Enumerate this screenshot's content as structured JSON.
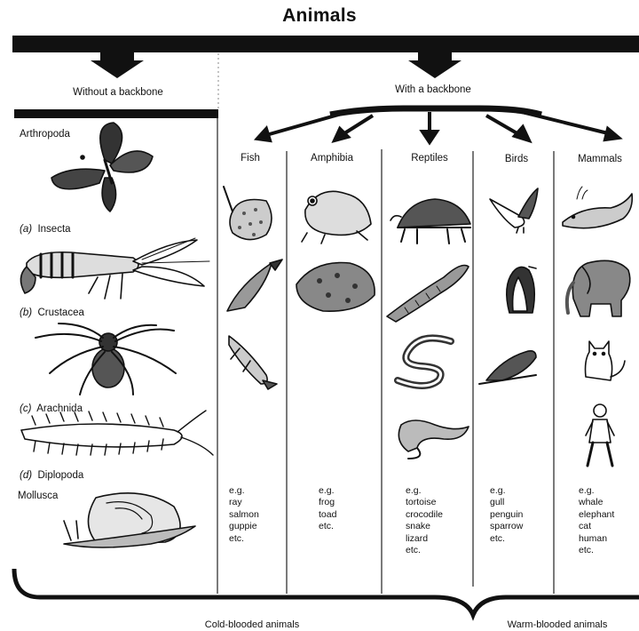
{
  "title": "Animals",
  "branches": {
    "invertebrates": "Without a backbone",
    "vertebrates": "With a backbone"
  },
  "invertebrates": {
    "phylum_arthropoda": "Arthropoda",
    "classes": [
      {
        "letter": "(a)",
        "name": "Insecta"
      },
      {
        "letter": "(b)",
        "name": "Crustacea"
      },
      {
        "letter": "(c)",
        "name": "Arachnida"
      },
      {
        "letter": "(d)",
        "name": "Diplopoda"
      }
    ],
    "phylum_mollusca": "Mollusca"
  },
  "vertebrate_classes": [
    {
      "name": "Fish",
      "examples": [
        "e.g.",
        "ray",
        "salmon",
        "guppie",
        "etc."
      ]
    },
    {
      "name": "Amphibia",
      "examples": [
        "e.g.",
        "frog",
        "toad",
        "etc."
      ]
    },
    {
      "name": "Reptiles",
      "examples": [
        "e.g.",
        "tortoise",
        "crocodile",
        "snake",
        "lizard",
        "etc."
      ]
    },
    {
      "name": "Birds",
      "examples": [
        "e.g.",
        "gull",
        "penguin",
        "sparrow",
        "etc."
      ]
    },
    {
      "name": "Mammals",
      "examples": [
        "e.g.",
        "whale",
        "elephant",
        "cat",
        "human",
        "etc."
      ]
    }
  ],
  "groups": {
    "cold": "Cold-blooded animals",
    "warm": "Warm-blooded animals"
  },
  "icons": [
    "butterfly-icon",
    "lobster-icon",
    "spider-icon",
    "centipede-icon",
    "snail-icon",
    "ray-icon",
    "salmon-icon",
    "guppie-icon",
    "frog-icon",
    "toad-icon",
    "tortoise-icon",
    "crocodile-icon",
    "snake-icon",
    "lizard-icon",
    "gull-icon",
    "penguin-icon",
    "sparrow-icon",
    "whale-icon",
    "elephant-icon",
    "cat-icon",
    "human-icon"
  ]
}
